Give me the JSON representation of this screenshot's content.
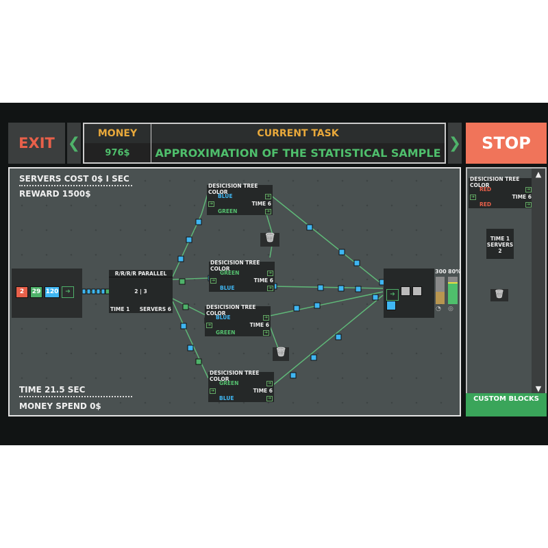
{
  "header": {
    "exit": "EXIT",
    "money_label": "MONEY",
    "money_value": "976$",
    "task_label": "CURRENT TASK",
    "task_value": "APPROXIMATION OF THE STATISTICAL SAMPLE",
    "stop": "STOP",
    "prev": "❮",
    "next": "❯"
  },
  "stats": {
    "servers_cost": "SERVERS COST 0$ I SEC",
    "reward": "REWARD 1500$",
    "time": "TIME 21.5 SEC",
    "money_spend": "MONEY SPEND 0$"
  },
  "source": {
    "values": [
      "2",
      "29",
      "120"
    ],
    "colors": [
      "#e8604a",
      "#4fb26a",
      "#3fb6f2"
    ]
  },
  "parallel": {
    "title": "R/R/R/R PARALLEL",
    "ratio": "2 | 3",
    "time": "TIME 1",
    "servers": "SERVERS 6"
  },
  "trees": [
    {
      "title": "DESICISION TREE COLOR",
      "top": "BLUE",
      "time": "TIME 6",
      "bottom": "GREEN"
    },
    {
      "title": "DESICISION TREE COLOR",
      "top": "GREEN",
      "time": "TIME 6",
      "bottom": "BLUE"
    },
    {
      "title": "DESICISION TREE COLOR",
      "top": "BLUE",
      "time": "TIME 6",
      "bottom": "GREEN"
    },
    {
      "title": "DESICISION TREE COLOR",
      "top": "GREEN",
      "time": "TIME 6",
      "bottom": "BLUE"
    }
  ],
  "sink": {
    "count": "300",
    "percent": "80%",
    "load_fraction": 0.45,
    "accuracy_fraction": 0.8
  },
  "sidebar": {
    "tree": {
      "title": "DESICISION TREE COLOR",
      "top": "RED",
      "time": "TIME 6",
      "bottom": "RED"
    },
    "server": {
      "time": "TIME 1",
      "servers": "SERVERS 2"
    },
    "scroll_up": "▲",
    "scroll_down": "▼",
    "custom": "CUSTOM BLOCKS"
  }
}
